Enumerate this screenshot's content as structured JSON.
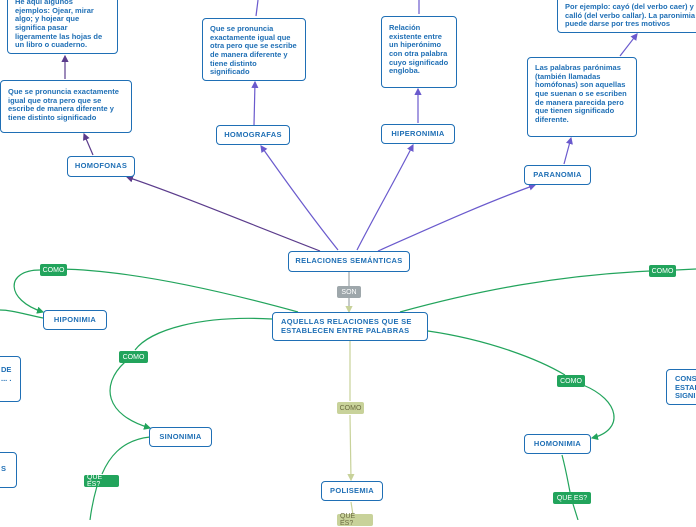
{
  "nodes": {
    "relaciones": "RELACIONES SEMÁNTICAS",
    "aquellas": "AQUELLAS RELACIONES QUE SE ESTABLECEN ENTRE PALABRAS",
    "homofonas": "HOMOFONAS",
    "homografas": "HOMOGRAFAS",
    "hiperonimia": "HIPERONIMIA",
    "paranomia": "PARANOMIA",
    "hiponimia": "HIPONIMIA",
    "sinonimia": "SINONIMIA",
    "polisemia": "POLISEMIA",
    "homonimia": "HOMONIMIA",
    "homofonas_def": "Que se pronuncia exactamente igual que otra pero que se escribe de manera diferente y tiene distinto significado",
    "homofonas_ej": "He aquí algunos ejemplos: Ojear, mirar algo; y hojear que significa pasar ligeramente las hojas de un libro o cuaderno.",
    "homografas_def": "Que se pronuncia exactamente igual que otra pero que se escribe de manera diferente y tiene distinto significado",
    "hiperonimia_def": "Relación existente entre un hiperónimo con otra palabra cuyo significado engloba.",
    "paranomia_def": "Las palabras parónimas (también llamadas homófonas) son aquellas que suenan o se escriben de manera parecida pero que tienen significado diferente.",
    "paranomia_ej": "Por ejemplo: cayó (del verbo caer) y calló (del verbo callar). La paronimia puede darse por tres motivos",
    "left_partial_1": "DE ... .",
    "left_partial_2": "S",
    "right_partial": "CONSI ESTAB SIGNI"
  },
  "tags": {
    "son": "SON",
    "como_left_top": "COMO",
    "como_right_top": "COMO",
    "como_left": "COMO",
    "como_center": "COMO",
    "como_right": "COMO",
    "que_es_left": "QUE ES?",
    "que_es_right": "QUE ES?",
    "que_es_bottom": "QUE ES?"
  },
  "colors": {
    "node_border": "#1f6fb5",
    "node_text": "#1f6fb5",
    "purple_line": "#5b3c8c",
    "violet_line": "#6a5acd",
    "green_line": "#22a45c",
    "olive_line": "#c8d29a",
    "gray_tag": "#9ea7ab"
  }
}
